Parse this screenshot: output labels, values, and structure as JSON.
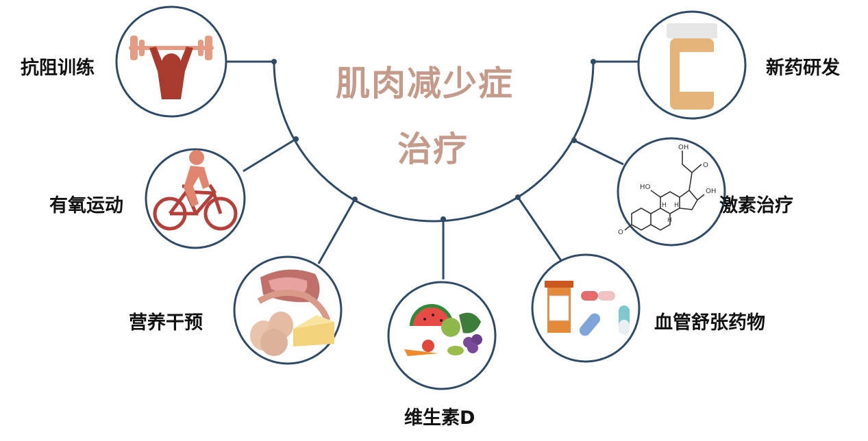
{
  "title": {
    "line1": "肌肉减少症",
    "line2": "治疗"
  },
  "treatments": [
    {
      "label": "抗阻训练",
      "icon": "weightlifting-icon"
    },
    {
      "label": "有氧运动",
      "icon": "cycling-icon"
    },
    {
      "label": "营养干预",
      "icon": "food-icon"
    },
    {
      "label": "维生素D",
      "icon": "fruits-vegetables-icon"
    },
    {
      "label": "血管舒张药物",
      "icon": "pills-icon"
    },
    {
      "label": "激素治疗",
      "icon": "steroid-molecule-icon"
    },
    {
      "label": "新药研发",
      "icon": "medicine-bottle-icon"
    }
  ],
  "steroid": {
    "oh_top": "OH",
    "oh_right": "OH",
    "ho_left": "HO",
    "h_labels": [
      "H",
      "H",
      "H"
    ],
    "o_bottom": "O",
    "o_ketone": "O"
  },
  "colors": {
    "title": "#c49a8a",
    "line": "#2e4a66",
    "figure": "#a83a2e",
    "cyclist": "#e0866f"
  }
}
